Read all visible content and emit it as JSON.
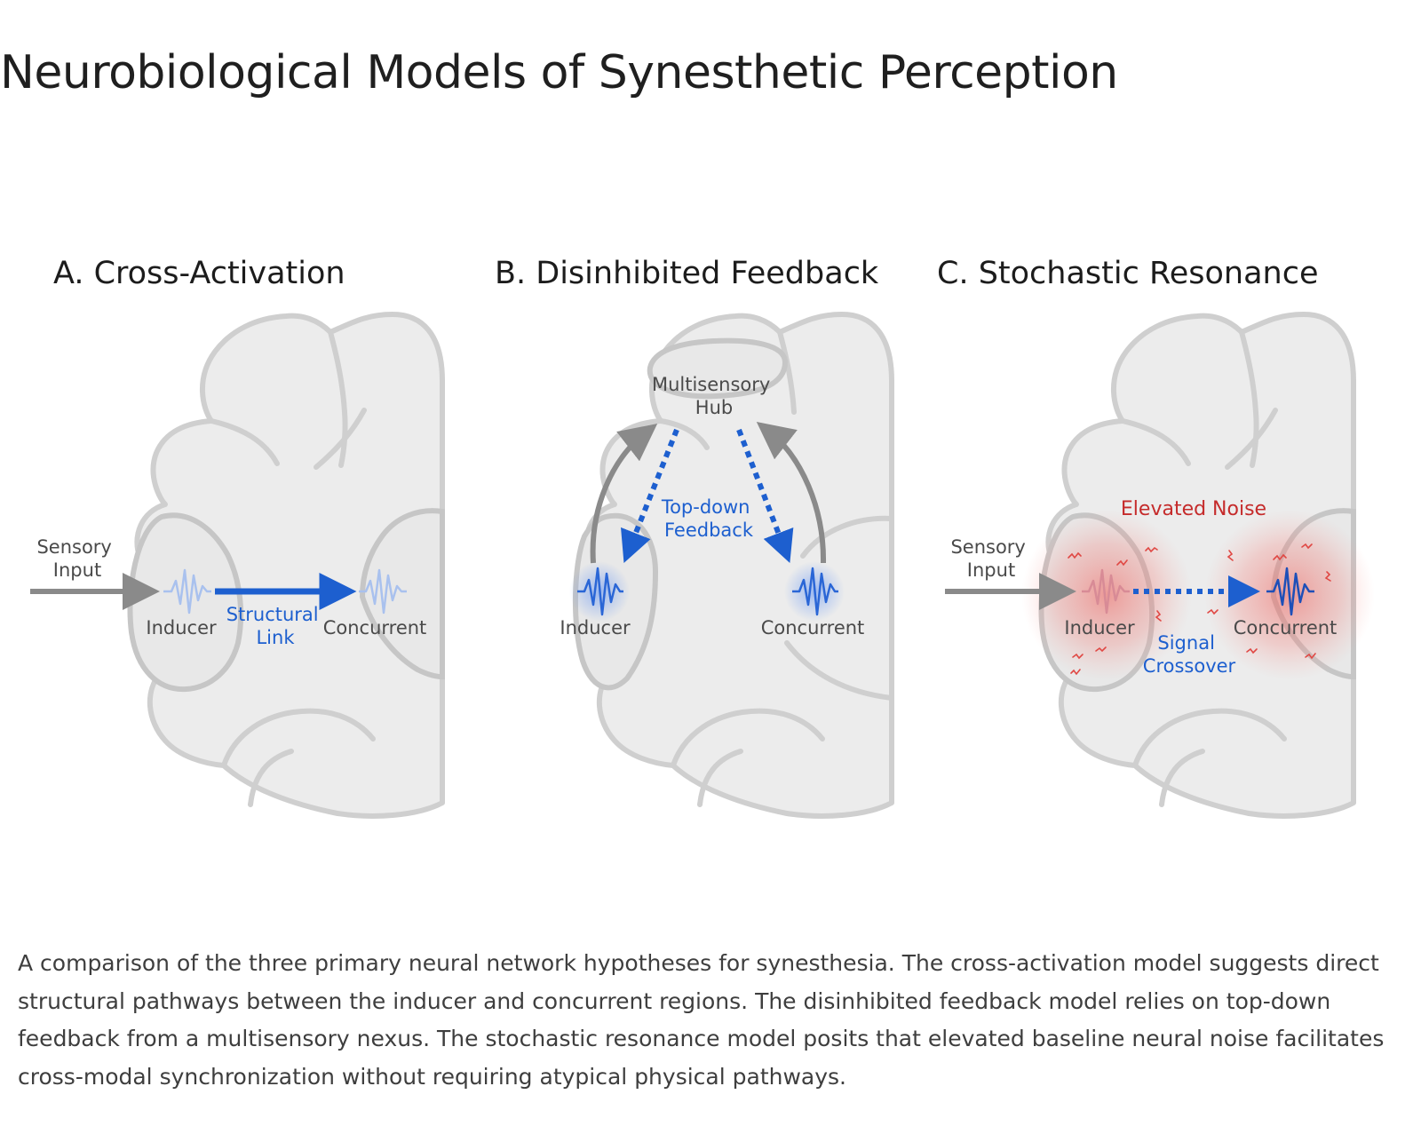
{
  "page": {
    "title": "Neurobiological Models of Synesthetic Perception",
    "caption": "A comparison of the three primary neural network hypotheses for synesthesia. The cross-activation model suggests direct structural pathways between the inducer and concurrent regions. The disinhibited feedback model relies on top-down feedback from a multisensory nexus. The stochastic resonance model posits that elevated baseline neural noise facilitates cross-modal synchronization without requiring atypical physical pathways."
  },
  "panels": {
    "a": {
      "title": "A. Cross-Activation",
      "input_line1": "Sensory",
      "input_line2": "Input",
      "inducer": "Inducer",
      "concurrent": "Concurrent",
      "link_line1": "Structural",
      "link_line2": "Link"
    },
    "b": {
      "title": "B. Disinhibited Feedback",
      "hub_line1": "Multisensory",
      "hub_line2": "Hub",
      "feedback_line1": "Top-down",
      "feedback_line2": "Feedback",
      "inducer": "Inducer",
      "concurrent": "Concurrent"
    },
    "c": {
      "title": "C. Stochastic Resonance",
      "input_line1": "Sensory",
      "input_line2": "Input",
      "noise": "Elevated Noise",
      "inducer": "Inducer",
      "concurrent": "Concurrent",
      "crossover_line1": "Signal",
      "crossover_line2": "Crossover"
    }
  },
  "colors": {
    "arrow_gray": "#8a8a8a",
    "signal_blue": "#1d5fcf",
    "noise_red": "#e8504a",
    "brain_fill": "#ececec",
    "brain_stroke": "#cfcfcf"
  }
}
